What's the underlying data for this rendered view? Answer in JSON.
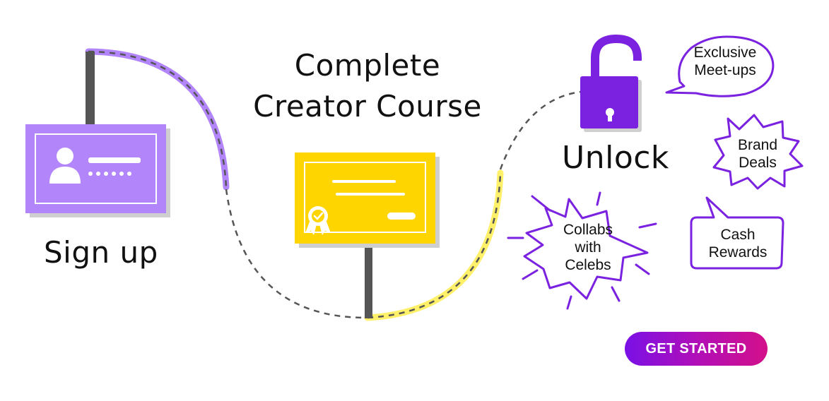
{
  "steps": {
    "signup": "Sign up",
    "course": "Complete Creator Course",
    "unlock": "Unlock"
  },
  "rewards": {
    "meetups": "Exclusive Meet-ups",
    "brand": "Brand Deals",
    "collabs": "Collabs with Celebs",
    "cash": "Cash Rewards"
  },
  "cta": {
    "label": "GET STARTED"
  },
  "colors": {
    "lavender": "#b385fa",
    "yellow": "#ffd500",
    "purple": "#7a22e0",
    "post": "#555555",
    "cta_start": "#7a10e6",
    "cta_end": "#d3108a"
  },
  "icons": [
    "id-card-icon",
    "certificate-icon",
    "award-ribbon-icon",
    "padlock-open-icon",
    "keyhole-icon"
  ]
}
